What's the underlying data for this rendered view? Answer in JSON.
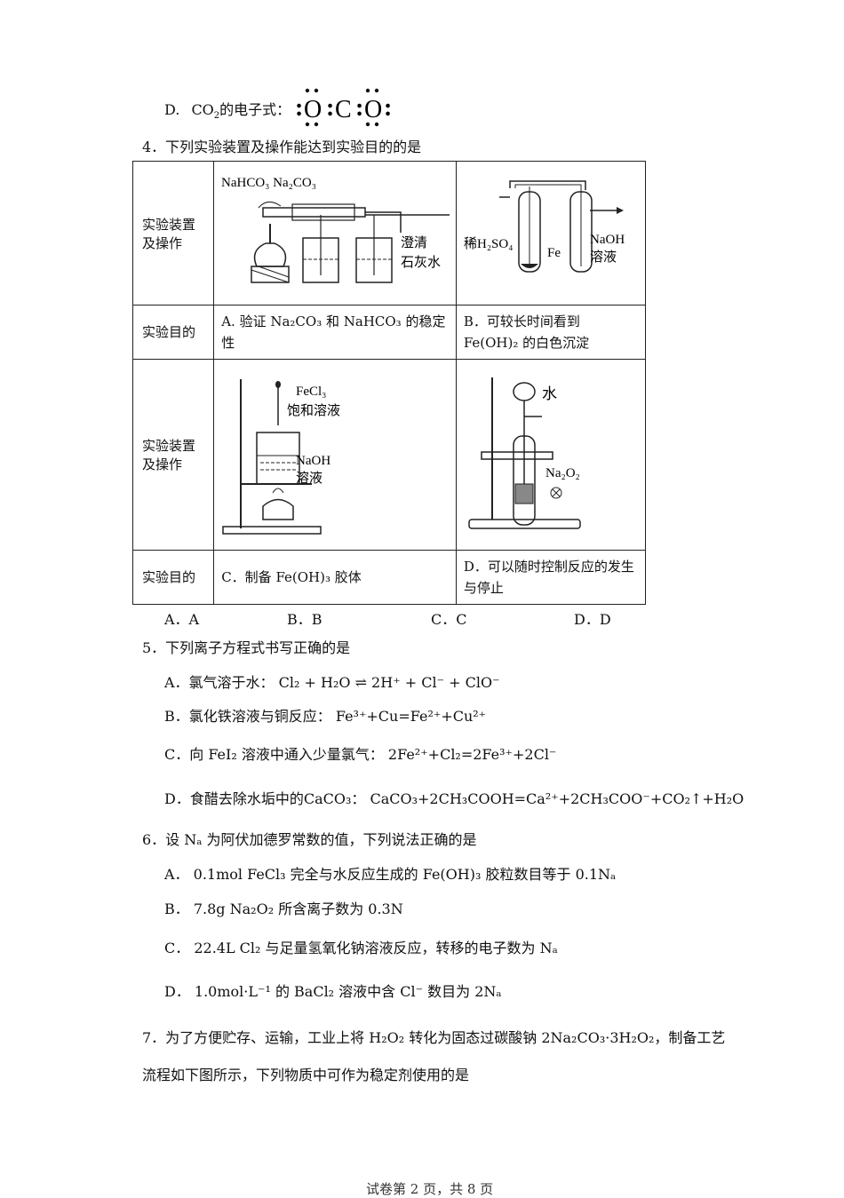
{
  "q3d": {
    "label": "D.",
    "text_pre": "CO",
    "sub": "2",
    "text_post": "的电子式：",
    "formula": ":Ö:C:Ö:"
  },
  "q4": {
    "stem": "4．下列实验装置及操作能达到实验目的的是",
    "row_label_apparatus": "实验装置及操作",
    "row_label_aim": "实验目的",
    "A": {
      "aim": "A. 验证 Na₂CO₃ 和 NaHCO₃ 的稳定性",
      "labels": {
        "l1": "NaHCO₃ Na₂CO₃",
        "l2": "澄清",
        "l3": "石灰水"
      }
    },
    "B": {
      "aim": "B．可较长时间看到 Fe(OH)₂ 的白色沉淀",
      "labels": {
        "l1": "稀H₂SO₄",
        "l2": "Fe",
        "l3": "NaOH",
        "l4": "溶液"
      }
    },
    "C": {
      "aim": "C．制备 Fe(OH)₃ 胶体",
      "labels": {
        "l1": "FeCl₃",
        "l2": "饱和溶液",
        "l3": "NaOH",
        "l4": "溶液"
      }
    },
    "D": {
      "aim": "D．可以随时控制反应的发生与停止",
      "labels": {
        "l1": "水",
        "l2": "Na₂O₂"
      }
    },
    "options": [
      "A．A",
      "B．B",
      "C．C",
      "D．D"
    ]
  },
  "q5": {
    "stem": "5．下列离子方程式书写正确的是",
    "A": "A．氯气溶于水： Cl₂ + H₂O ⇌ 2H⁺ + Cl⁻ + ClO⁻",
    "B": "B．氯化铁溶液与铜反应： Fe³⁺+Cu=Fe²⁺+Cu²⁺",
    "C": "C．向 FeI₂ 溶液中通入少量氯气： 2Fe²⁺+Cl₂=2Fe³⁺+2Cl⁻",
    "D": "D．食醋去除水垢中的CaCO₃： CaCO₃+2CH₃COOH=Ca²⁺+2CH₃COO⁻+CO₂↑+H₂O"
  },
  "q6": {
    "stem": "6．设 Nₐ 为阿伏加德罗常数的值，下列说法正确的是",
    "A": "A． 0.1mol FeCl₃ 完全与水反应生成的 Fe(OH)₃ 胶粒数目等于 0.1Nₐ",
    "B": "B． 7.8g Na₂O₂ 所含离子数为 0.3N",
    "C": "C． 22.4L Cl₂ 与足量氢氧化钠溶液反应，转移的电子数为 Nₐ",
    "D": "D． 1.0mol·L⁻¹ 的 BaCl₂ 溶液中含 Cl⁻ 数目为 2Nₐ"
  },
  "q7": {
    "line1": "7．为了方便贮存、运输，工业上将 H₂O₂ 转化为固态过碳酸钠 2Na₂CO₃·3H₂O₂，制备工艺",
    "line2": "流程如下图所示，下列物质中可作为稳定剂使用的是"
  },
  "footer": "试卷第 2 页，共 8 页"
}
